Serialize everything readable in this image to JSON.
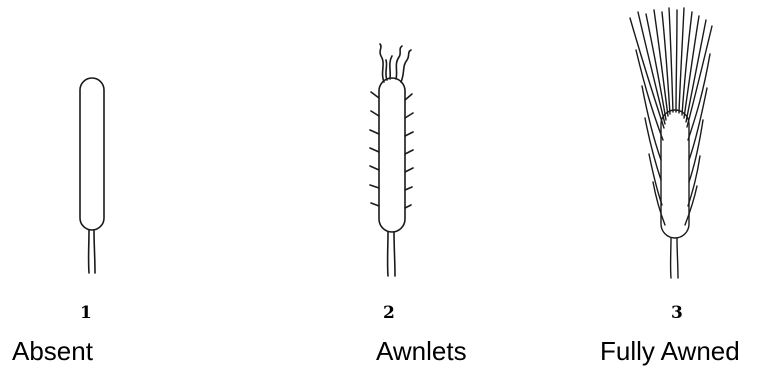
{
  "panels": [
    {
      "number": "1",
      "label": "Absent"
    },
    {
      "number": "2",
      "label": "Awnlets"
    },
    {
      "number": "3",
      "label": "Fully Awned"
    }
  ]
}
